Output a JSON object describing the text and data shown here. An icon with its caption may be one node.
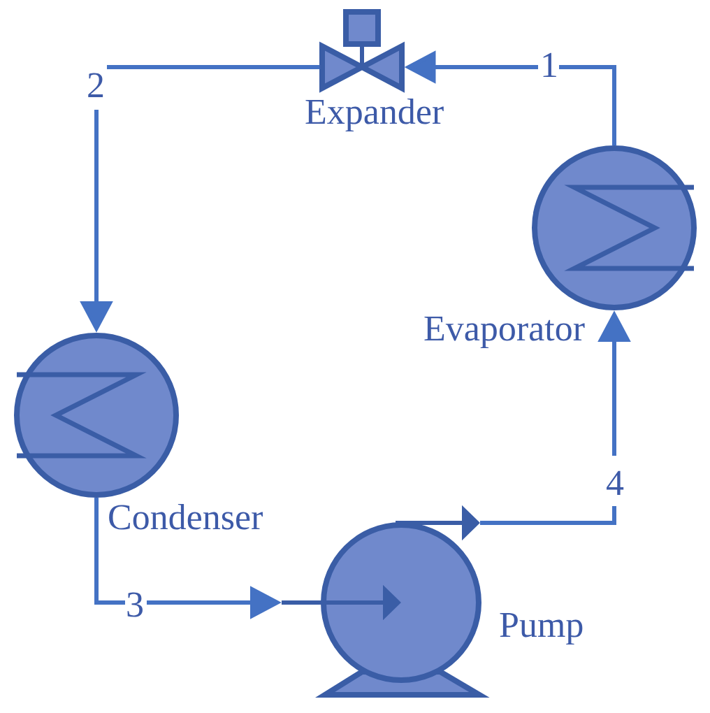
{
  "diagram": {
    "nodes": [
      {
        "text": [
          "Expander"
        ]
      },
      {
        "text": [
          "Evaporator"
        ]
      },
      {
        "text": [
          "Condenser"
        ]
      },
      {
        "text": [
          "Pump"
        ]
      }
    ],
    "edges": [
      {
        "from": 1,
        "to": 0,
        "arrow": "to",
        "label": "1"
      },
      {
        "from": 0,
        "to": 2,
        "arrow": "to",
        "label": "2"
      },
      {
        "from": 2,
        "to": 3,
        "arrow": "to",
        "label": "3"
      },
      {
        "from": 3,
        "to": 1,
        "arrow": "to",
        "label": "4"
      }
    ]
  }
}
